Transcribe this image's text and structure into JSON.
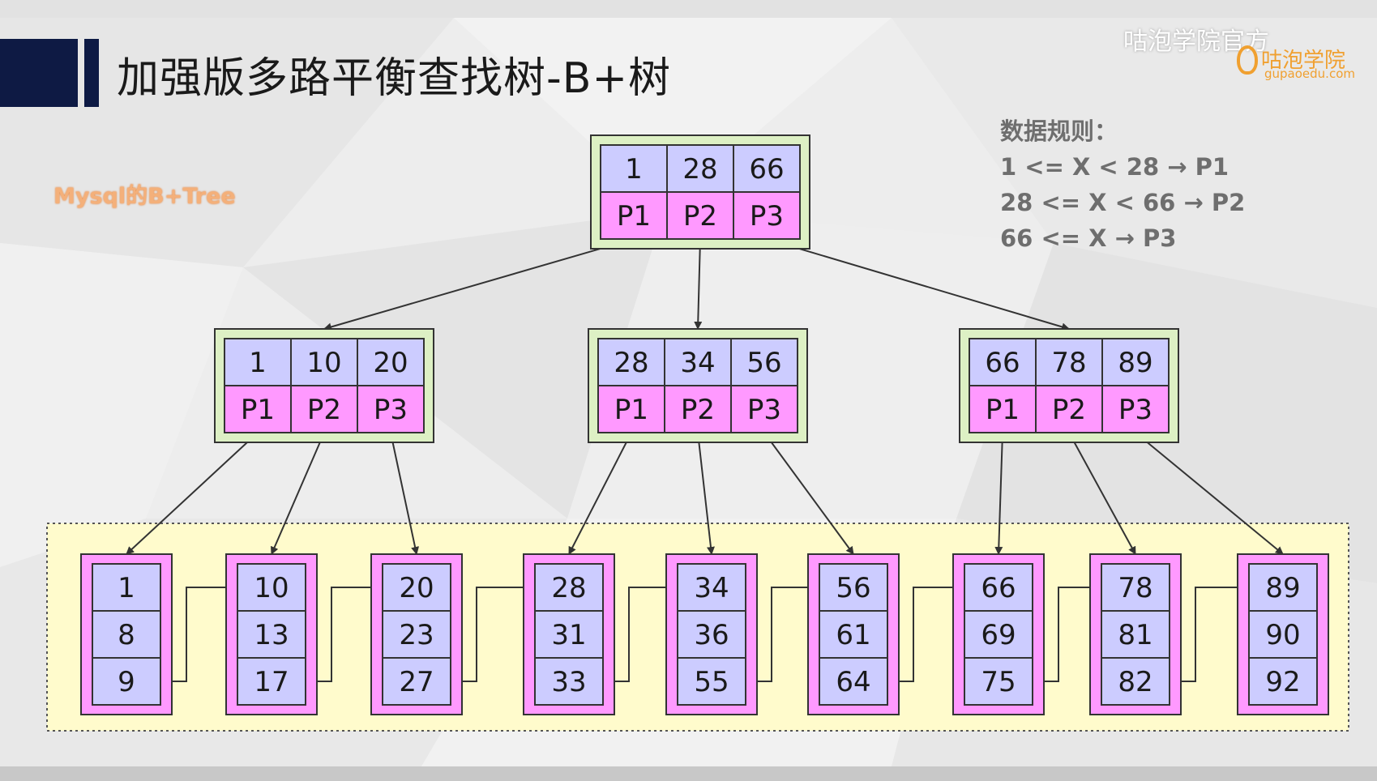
{
  "slide": {
    "title": "加强版多路平衡查找树-B+树",
    "subtitle": "Mysql的B+Tree"
  },
  "rules": {
    "heading": "数据规则：",
    "lines": [
      "1 <= X  < 28  → P1",
      "28 <= X  < 66  → P2",
      "66 <= X  → P3"
    ]
  },
  "branding": {
    "watermark": "咕泡学院官方",
    "logo_text": "咕泡学院",
    "logo_url": "gupaoedu.com",
    "logo_icon": "lightbulb-icon"
  },
  "colors": {
    "key_cell": "#ccccff",
    "pointer_cell": "#ff99ff",
    "inner_node_bg": "#ddf0c4",
    "leaf_node_bg": "#ff99ff",
    "leaf_region_bg": "#fffbcc",
    "title_bar": "#0e1a44",
    "subtitle": "#f4b07a"
  },
  "tree": {
    "root": {
      "keys": [
        "1",
        "28",
        "66"
      ],
      "pointers": [
        "P1",
        "P2",
        "P3"
      ]
    },
    "internal": [
      {
        "keys": [
          "1",
          "10",
          "20"
        ],
        "pointers": [
          "P1",
          "P2",
          "P3"
        ]
      },
      {
        "keys": [
          "28",
          "34",
          "56"
        ],
        "pointers": [
          "P1",
          "P2",
          "P3"
        ]
      },
      {
        "keys": [
          "66",
          "78",
          "89"
        ],
        "pointers": [
          "P1",
          "P2",
          "P3"
        ]
      }
    ],
    "leaves": [
      {
        "keys": [
          "1",
          "8",
          "9"
        ]
      },
      {
        "keys": [
          "10",
          "13",
          "17"
        ]
      },
      {
        "keys": [
          "20",
          "23",
          "27"
        ]
      },
      {
        "keys": [
          "28",
          "31",
          "33"
        ]
      },
      {
        "keys": [
          "34",
          "36",
          "55"
        ]
      },
      {
        "keys": [
          "56",
          "61",
          "64"
        ]
      },
      {
        "keys": [
          "66",
          "69",
          "75"
        ]
      },
      {
        "keys": [
          "78",
          "81",
          "82"
        ]
      },
      {
        "keys": [
          "89",
          "90",
          "92"
        ]
      }
    ]
  }
}
